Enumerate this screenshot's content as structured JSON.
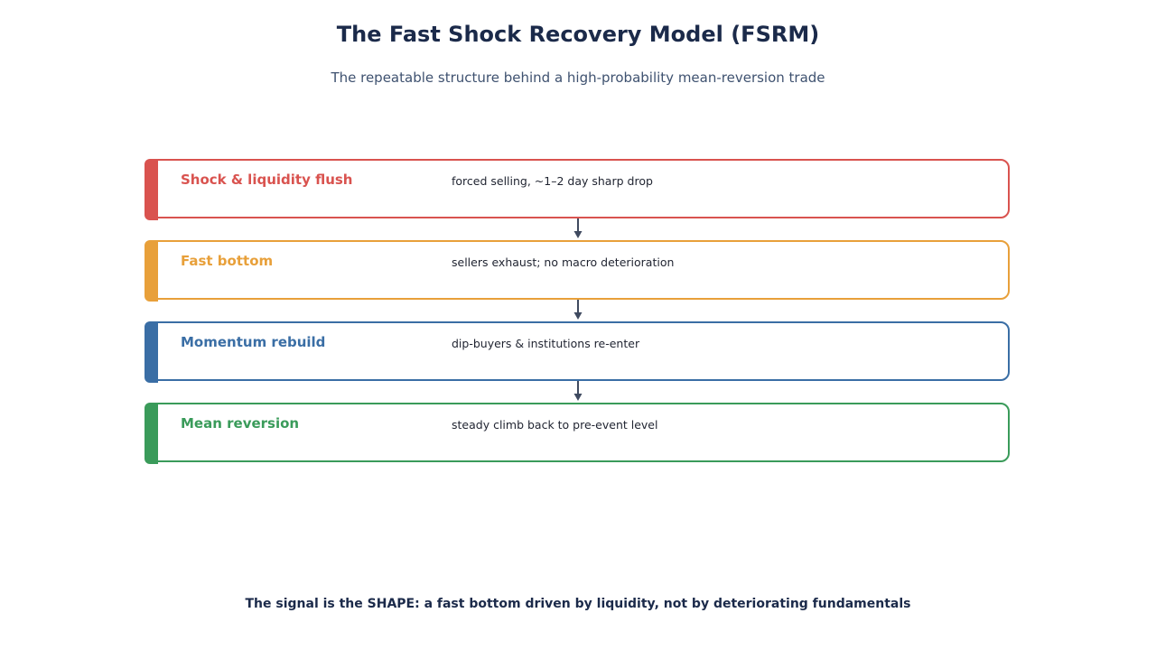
{
  "title": "The Fast Shock Recovery Model (FSRM)",
  "subtitle": "The repeatable structure behind a high-probability mean-reversion trade",
  "steps": [
    {
      "title": "Shock & liquidity flush",
      "description": "forced selling, ~1–2 day sharp drop",
      "color": "#d9534f"
    },
    {
      "title": "Fast bottom",
      "description": "sellers exhaust; no macro deterioration",
      "color": "#e8a03a"
    },
    {
      "title": "Momentum rebuild",
      "description": "dip-buyers & institutions re-enter",
      "color": "#3a6ea5"
    },
    {
      "title": "Mean reversion",
      "description": "steady climb back to pre-event level",
      "color": "#3a9b5a"
    }
  ],
  "arrow_color": "#3f4a60",
  "footer": "The signal is the SHAPE: a fast bottom driven by liquidity, not by deteriorating fundamentals"
}
